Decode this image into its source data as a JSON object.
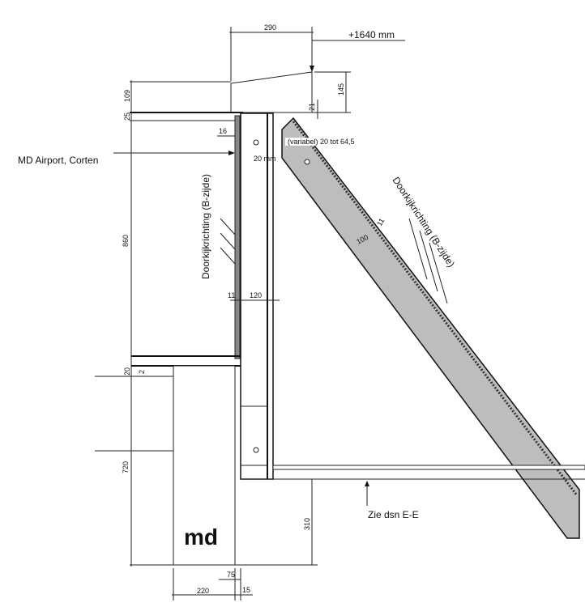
{
  "labels": {
    "product": "MD Airport, Corten",
    "view_direction_left": "Doorkijkrichting (B-zijde)",
    "view_direction_right": "Doorkijkrichting (B-zijde)",
    "variable": "(variabel) 20 tot 64,5",
    "gap": "20 mm",
    "height_ref": "+1640 mm",
    "see_detail": "Zie dsn E-E",
    "logo": "md"
  },
  "dimensions": {
    "top_width": "290",
    "slope_height": "145",
    "top_thickness": "109",
    "cap": "25",
    "d21": "21",
    "d16": "16",
    "upper_height": "860",
    "d11_left": "11",
    "post_width": "120",
    "beam_width": "100",
    "d11_beam": "11",
    "d20": "20",
    "d2": "2",
    "lower_height": "720",
    "base_height": "310",
    "box_width": "220",
    "d75": "75",
    "d15": "15"
  }
}
